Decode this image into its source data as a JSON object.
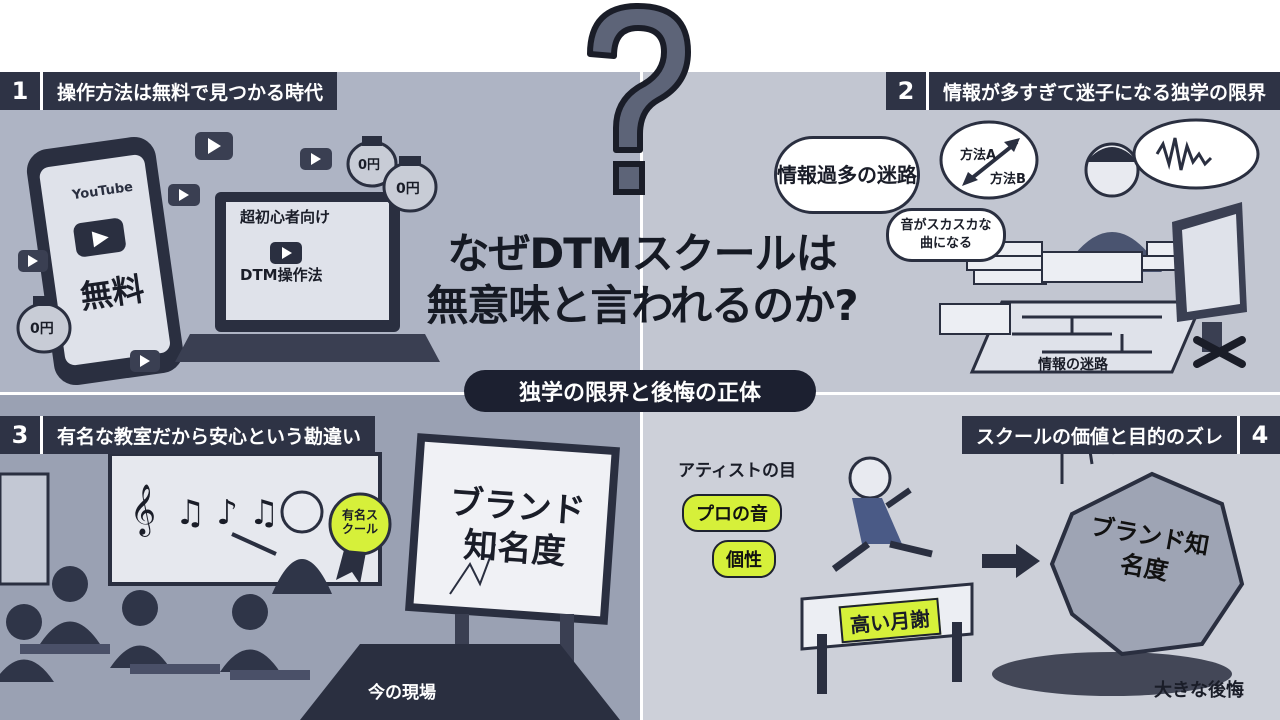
{
  "title": {
    "line1": "なぜDTMスクールは",
    "line2": "無意味と言われるのか?"
  },
  "subtitle": "独学の限界と後悔の正体",
  "panels": [
    {
      "num": "1",
      "title": "操作方法は無料で見つかる時代"
    },
    {
      "num": "2",
      "title": "情報が多すぎて迷子になる独学の限界"
    },
    {
      "num": "3",
      "title": "有名な教室だから安心という勘違い"
    },
    {
      "num": "4",
      "title": "スクールの価値と目的のズレ"
    }
  ],
  "panel1": {
    "phone_brand": "YouTube",
    "phone_label": "無料",
    "laptop_line1": "超初心者向け",
    "laptop_line2": "DTM操作法",
    "coin_label": "0円"
  },
  "panel2": {
    "bubble_maze": "情報過多の迷路",
    "method_a": "方法A",
    "method_b": "方法B",
    "bubble_sound": "音がスカスカな曲になる",
    "maze_label": "情報の迷路"
  },
  "panel3": {
    "badge": "有名スクール",
    "sign": "ブランド知名度",
    "floor_label": "今の現場"
  },
  "panel4": {
    "artist_eye": "アティストの目",
    "tag_pro": "プロの音",
    "tag_individual": "個性",
    "hurdle": "高い月謝",
    "boulder": "ブランド知名度",
    "regret": "大きな後悔"
  },
  "colors": {
    "navy": "#2e3345",
    "accent_yellow": "#d6f03a",
    "panel1_bg": "#aeb4c4",
    "panel2_bg": "#c2c6d1",
    "panel3_bg": "#9aa1b3",
    "panel4_bg": "#cdd0d9"
  }
}
